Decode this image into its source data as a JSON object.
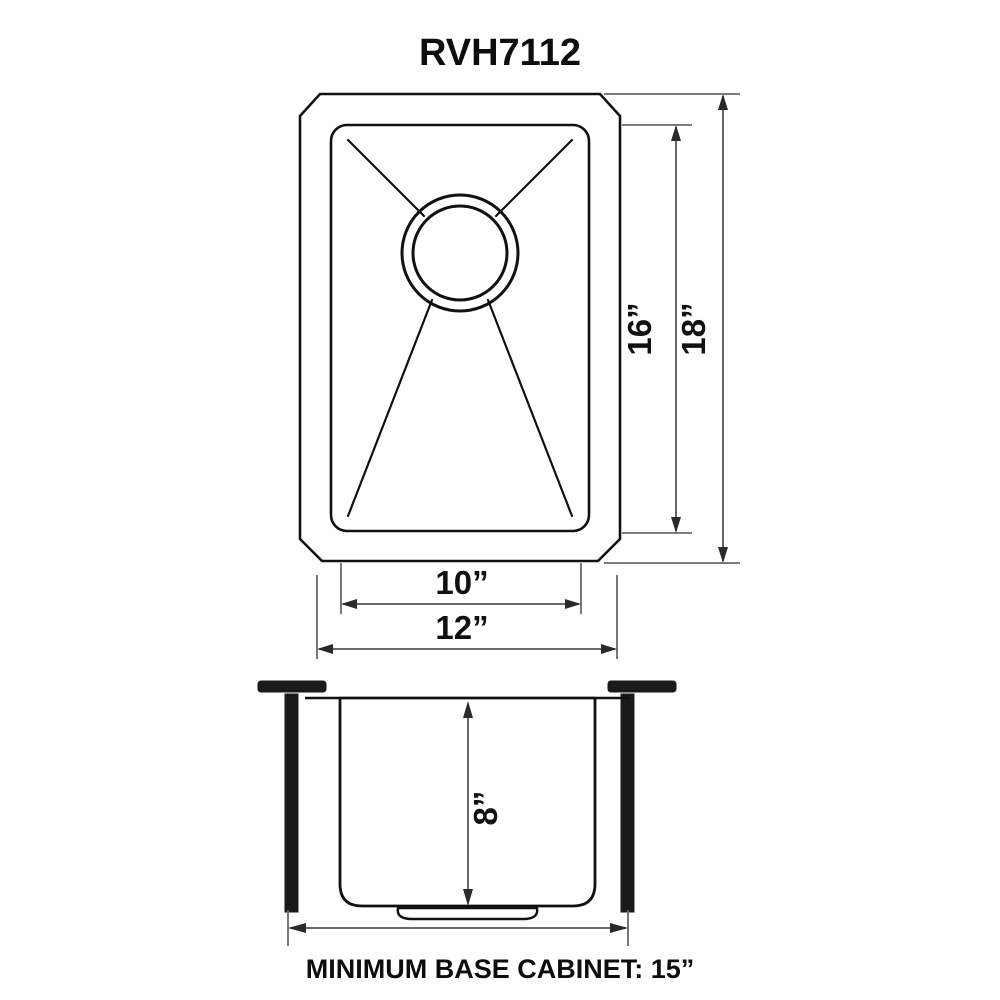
{
  "title": "RVH7112",
  "top_view": {
    "label": "sink-top-view",
    "dimensions": {
      "inner_width": "10”",
      "outer_width": "12”",
      "inner_height": "16”",
      "outer_height": "18”"
    }
  },
  "side_view": {
    "label": "sink-side-view",
    "dimensions": {
      "bowl_depth": "8”"
    },
    "caption": "MINIMUM BASE CABINET: 15”"
  },
  "colors": {
    "line": "#111111",
    "dimension_line": "#555555",
    "solid_fill": "#1a1a1a",
    "background": "#ffffff"
  },
  "chart_data": {
    "type": "table",
    "title": "RVH7112",
    "categories": [
      "Outer Width",
      "Inner Width",
      "Outer Length",
      "Inner Length",
      "Bowl Depth",
      "Minimum Base Cabinet"
    ],
    "values": [
      12,
      10,
      18,
      16,
      8,
      15
    ],
    "units": "inches",
    "xlabel": "",
    "ylabel": ""
  }
}
